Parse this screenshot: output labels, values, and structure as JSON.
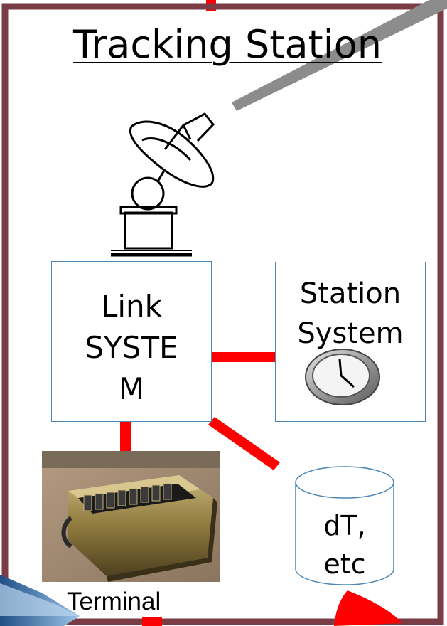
{
  "diagram": {
    "title": "Tracking Station",
    "link_system": {
      "label": "Link\nSYSTE\nM"
    },
    "station_system": {
      "label": "Station\nSystem"
    },
    "database": {
      "label": "dT,\netc"
    },
    "terminal": {
      "label": "Terminal"
    }
  },
  "colors": {
    "frame": "#7a3d46",
    "connector": "#ff0000",
    "box_border": "#4a86b8",
    "diagonal_bar": "#8c8c8c"
  },
  "icons": [
    "antenna-dish-icon",
    "clock-icon",
    "database-cylinder-icon",
    "terminal-rack-image"
  ]
}
